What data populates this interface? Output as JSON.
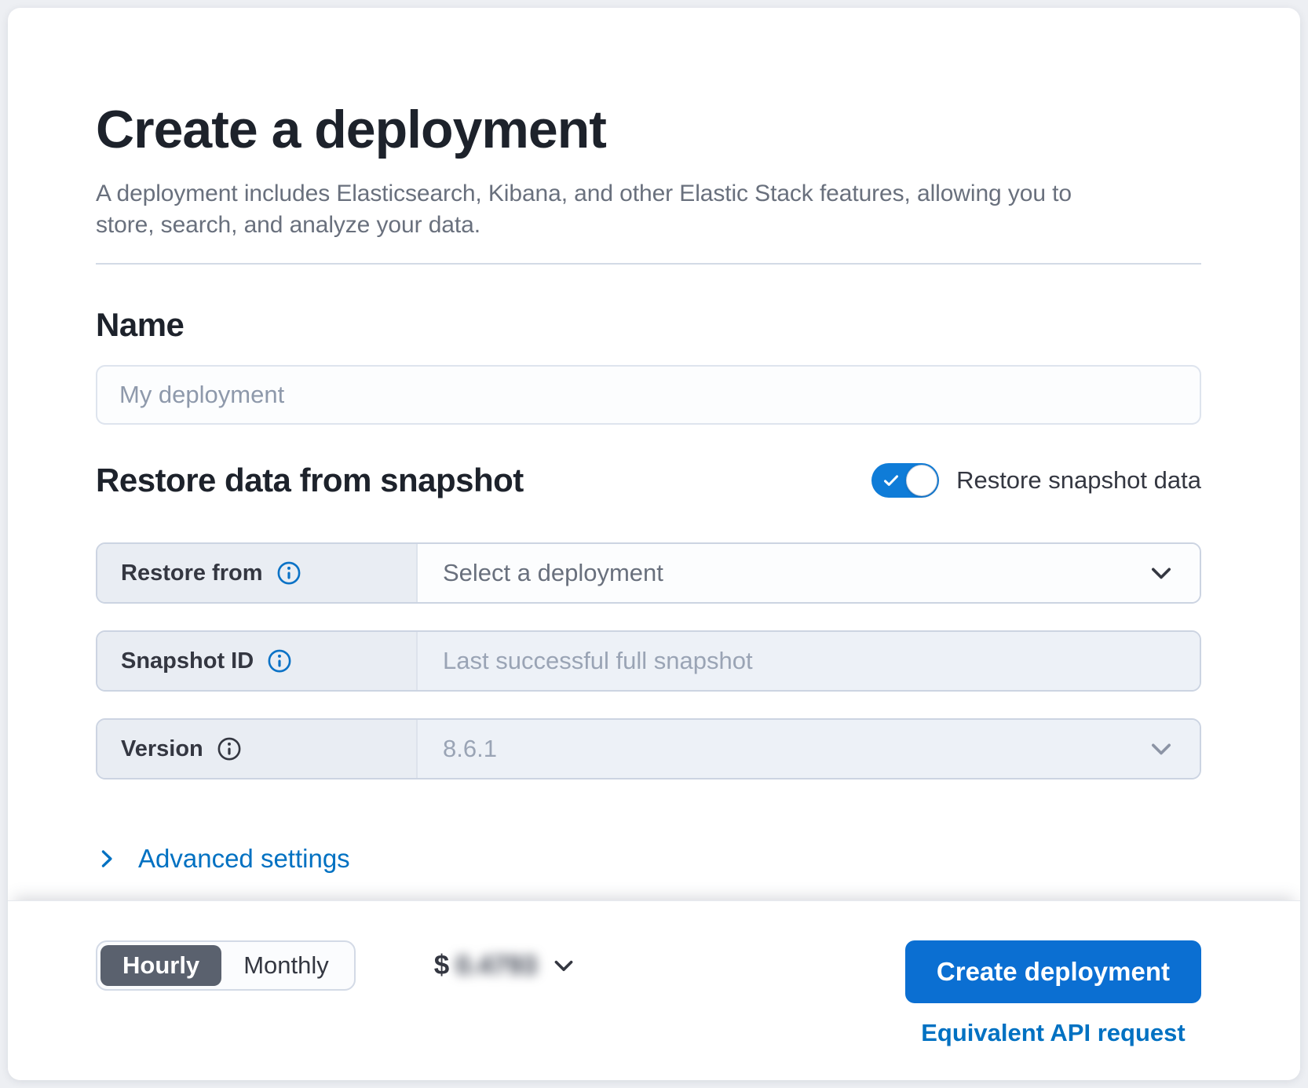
{
  "page": {
    "title": "Create a deployment",
    "subtitle": "A deployment includes Elasticsearch, Kibana, and other Elastic Stack features, allowing you to store, search, and analyze your data."
  },
  "name_section": {
    "heading": "Name",
    "input_value": "",
    "input_placeholder": "My deployment"
  },
  "snapshot_section": {
    "heading": "Restore data from snapshot",
    "toggle_label": "Restore snapshot data",
    "toggle_state": "on",
    "rows": [
      {
        "label": "Restore from",
        "info_icon": "info-icon",
        "value": "Select a deployment",
        "control": "select",
        "disabled": false
      },
      {
        "label": "Snapshot ID",
        "info_icon": "info-icon",
        "value": "Last successful full snapshot",
        "control": "text",
        "disabled": true
      },
      {
        "label": "Version",
        "info_icon": "info-icon",
        "value": "8.6.1",
        "control": "select",
        "disabled": true
      }
    ]
  },
  "advanced_settings": {
    "label": "Advanced settings"
  },
  "footer": {
    "billing": {
      "options": [
        "Hourly",
        "Monthly"
      ],
      "selected": "Hourly"
    },
    "price": {
      "currency": "$",
      "value": "0.4793",
      "redacted": true
    },
    "create_button_label": "Create deployment",
    "api_link_label": "Equivalent API request"
  },
  "icons": {
    "info": "ⓘ",
    "chevron_down": "⌄",
    "chevron_right": "›",
    "check": "✓"
  },
  "colors": {
    "accent_button_blue": "#0b6fd2",
    "toggle_on_blue": "#0f7cd8",
    "link_blue": "#0071c2",
    "selected_segment_gray": "#5a616e",
    "row_label_background": "#e9edf3",
    "disabled_field_background": "#edf1f7",
    "page_background": "#edeff3",
    "heading_text": "#1d222b"
  }
}
